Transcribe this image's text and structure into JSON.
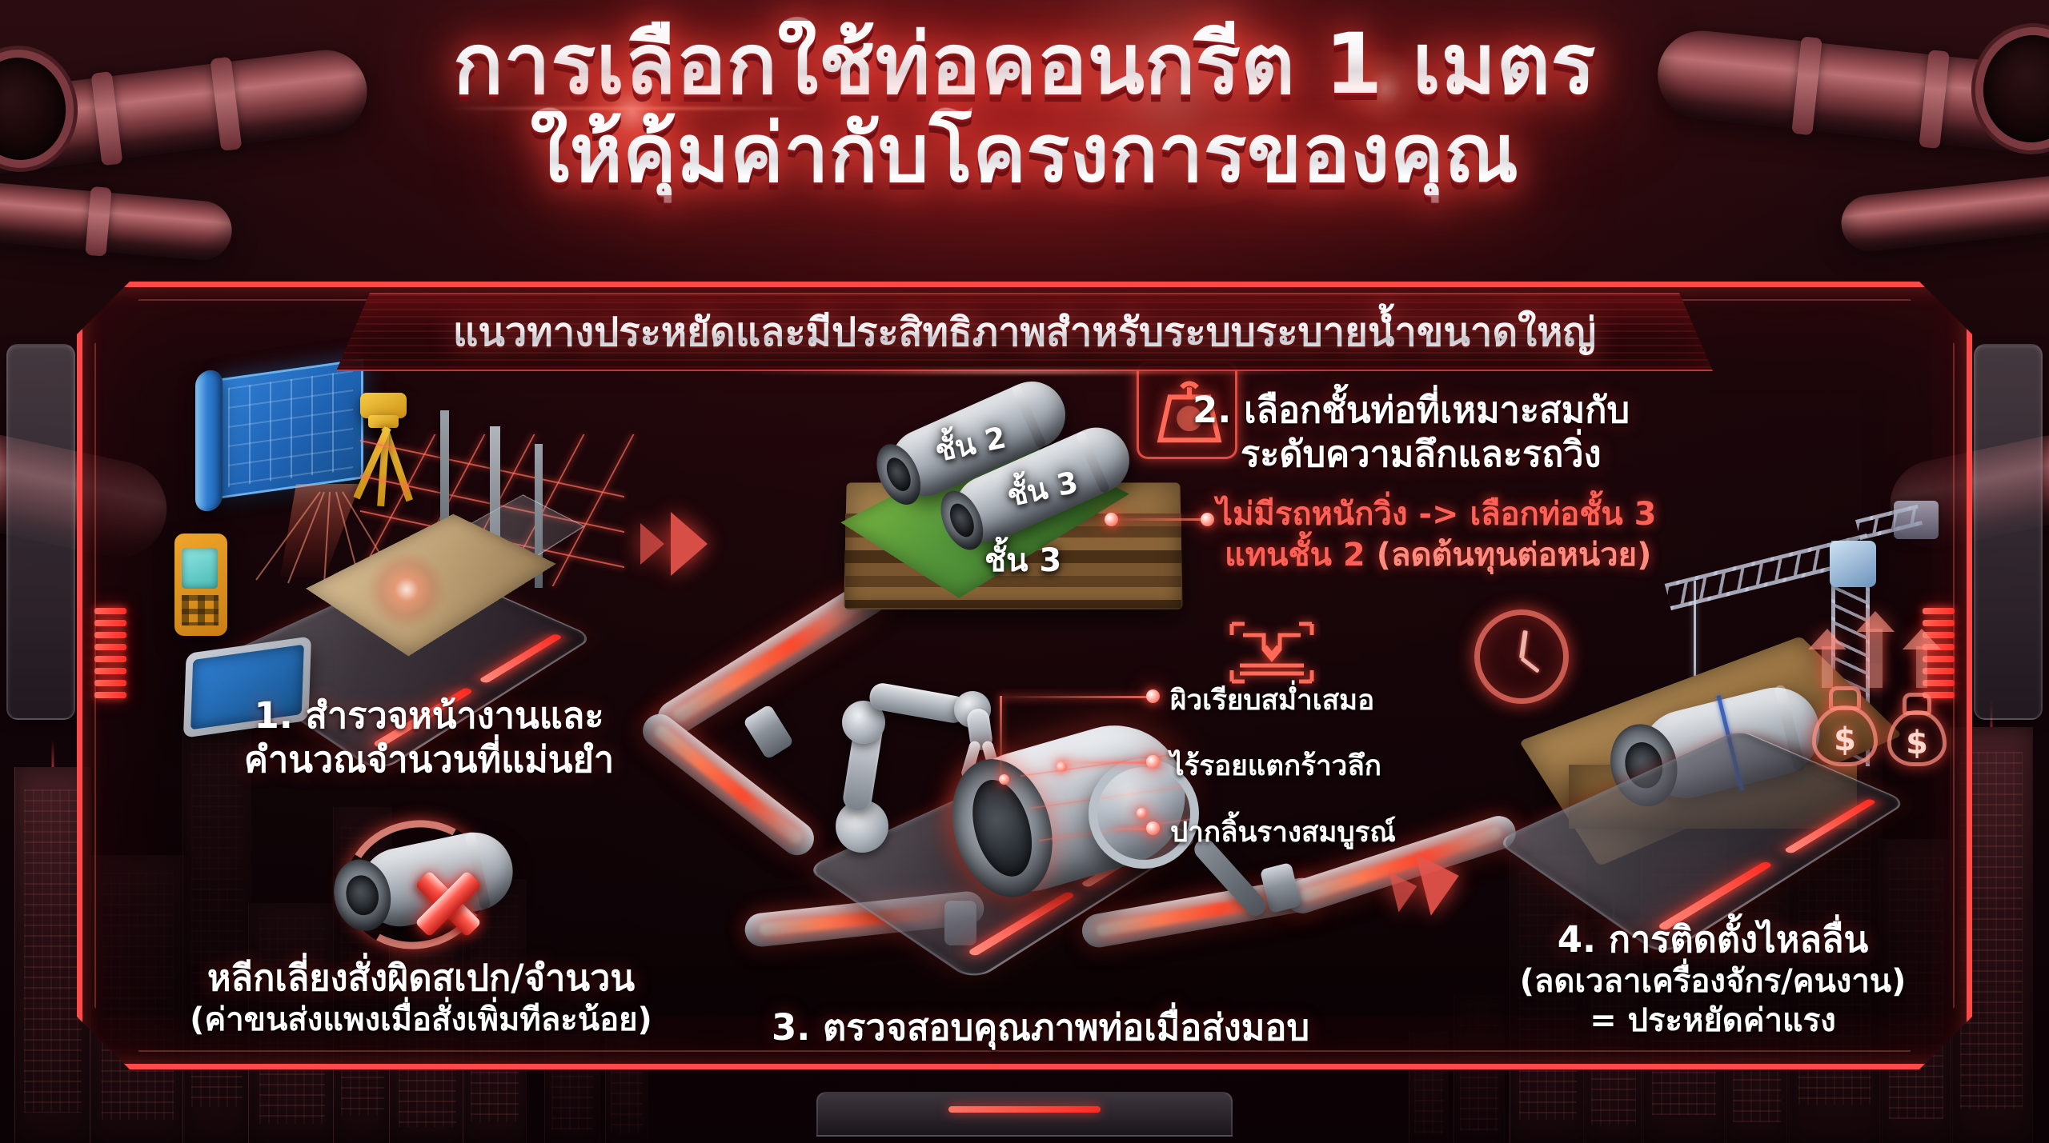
{
  "meta": {
    "accent_red": "#ff4a48",
    "accent_red_soft": "#ff6157",
    "text_white": "#ffffff",
    "bg_dark": "#120408"
  },
  "header": {
    "title_line1": "การเลือกใช้ท่อคอนกรีต 1 เมตร",
    "title_line2": "ให้คุ้มค่ากับโครงการของคุณ",
    "subtitle": "แนวทางประหยัดและมีประสิทธิภาพสำหรับระบบระบายน้ำขนาดใหญ่"
  },
  "steps": [
    {
      "id": "step-1",
      "title_line1": "1. สำรวจหน้างานและ",
      "title_line2": "คำนวณจำนวนที่แม่นยำ"
    },
    {
      "id": "step-2",
      "title_line1": "2. เลือกชั้นท่อที่เหมาะสมกับ",
      "title_line2": "ระดับความลึกและรถวิ่ง",
      "note_line1": "ไม่มีรถหนักวิ่ง -> เลือกท่อชั้น 3",
      "note_line2_main": "แทนชั้น 2 ",
      "note_line2_paren": "(ลดต้นทุนต่อหน่วย)"
    },
    {
      "id": "step-3",
      "title": "3. ตรวจสอบคุณภาพท่อเมื่อส่งมอบ"
    },
    {
      "id": "step-4",
      "title": "4. การติดตั้งไหลลื่น",
      "sub_line1": "(ลดเวลาเครื่องจักร/คนงาน)",
      "sub_line2": "= ประหยัดค่าแรง"
    }
  ],
  "warning": {
    "line1": "หลีกเลี่ยงสั่งผิดสเปก/จำนวน",
    "line2": "(ค่าขนส่งแพงเมื่อสั่งเพิ่มทีละน้อย)"
  },
  "quality_checks": [
    "ผิวเรียบสม่ำเสมอ",
    "ไร้รอยแตกร้าวลึก",
    "ปากลิ้นรางสมบูรณ์"
  ],
  "pipe_labels": {
    "class2": "ชั้น 2",
    "class3": "ชั้น 3",
    "ground_class3": "ชั้น 3"
  },
  "money_symbols": {
    "bag1": "$",
    "bag2": "$"
  },
  "icons": {
    "weight": "weight-scale-icon",
    "joint": "pipe-joint-groove-icon",
    "clock": "clock-icon",
    "reject": "rejected-pipe-icon",
    "magnifier": "magnifier-icon",
    "crane": "tower-crane-icon",
    "blueprint": "blueprint-icon",
    "tablet": "tablet-icon",
    "laser_meter": "laser-distance-meter-icon",
    "tripod": "survey-level-tripod-icon",
    "robot_arm": "robot-arm-icon",
    "arrow": "chevron-arrow-icon",
    "money_bag": "money-bag-icon",
    "up_arrow": "up-arrow-icon"
  }
}
